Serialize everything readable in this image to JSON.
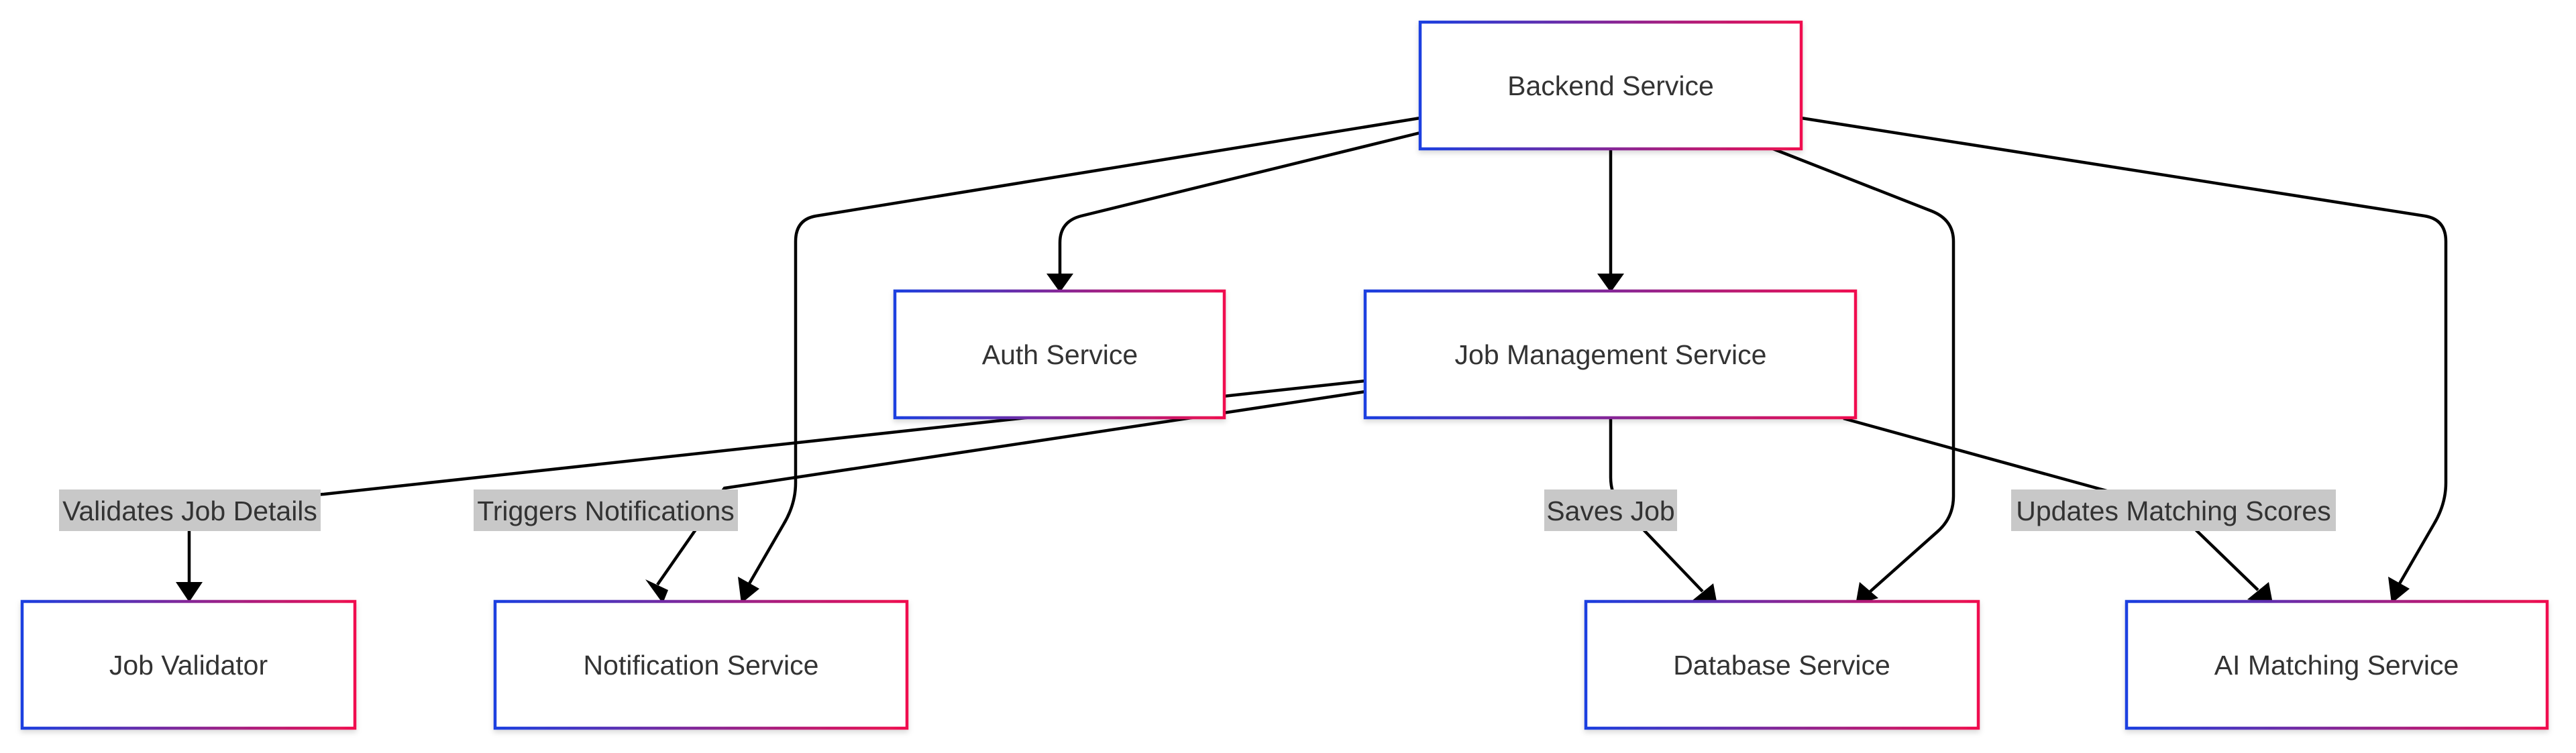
{
  "colors": {
    "node_border_start": "#1a3fe0",
    "node_border_end": "#f0104f",
    "edge": "#000000",
    "label_background": "#c8c8c8",
    "text": "#333333"
  },
  "nodes": {
    "backend": "Backend Service",
    "auth": "Auth Service",
    "jobmgmt": "Job Management Service",
    "validator": "Job Validator",
    "notification": "Notification Service",
    "database": "Database Service",
    "ai": "AI Matching Service"
  },
  "edge_labels": {
    "validates": "Validates Job Details",
    "triggers": "Triggers Notifications",
    "saves": "Saves Job",
    "updates": "Updates Matching Scores"
  },
  "edges": [
    {
      "from": "Backend Service",
      "to": "Auth Service",
      "label": ""
    },
    {
      "from": "Backend Service",
      "to": "Job Management Service",
      "label": ""
    },
    {
      "from": "Backend Service",
      "to": "Notification Service",
      "label": ""
    },
    {
      "from": "Backend Service",
      "to": "Database Service",
      "label": ""
    },
    {
      "from": "Backend Service",
      "to": "AI Matching Service",
      "label": ""
    },
    {
      "from": "Job Management Service",
      "to": "Job Validator",
      "label": "Validates Job Details"
    },
    {
      "from": "Job Management Service",
      "to": "Notification Service",
      "label": "Triggers Notifications"
    },
    {
      "from": "Job Management Service",
      "to": "Database Service",
      "label": "Saves Job"
    },
    {
      "from": "Job Management Service",
      "to": "AI Matching Service",
      "label": "Updates Matching Scores"
    }
  ]
}
